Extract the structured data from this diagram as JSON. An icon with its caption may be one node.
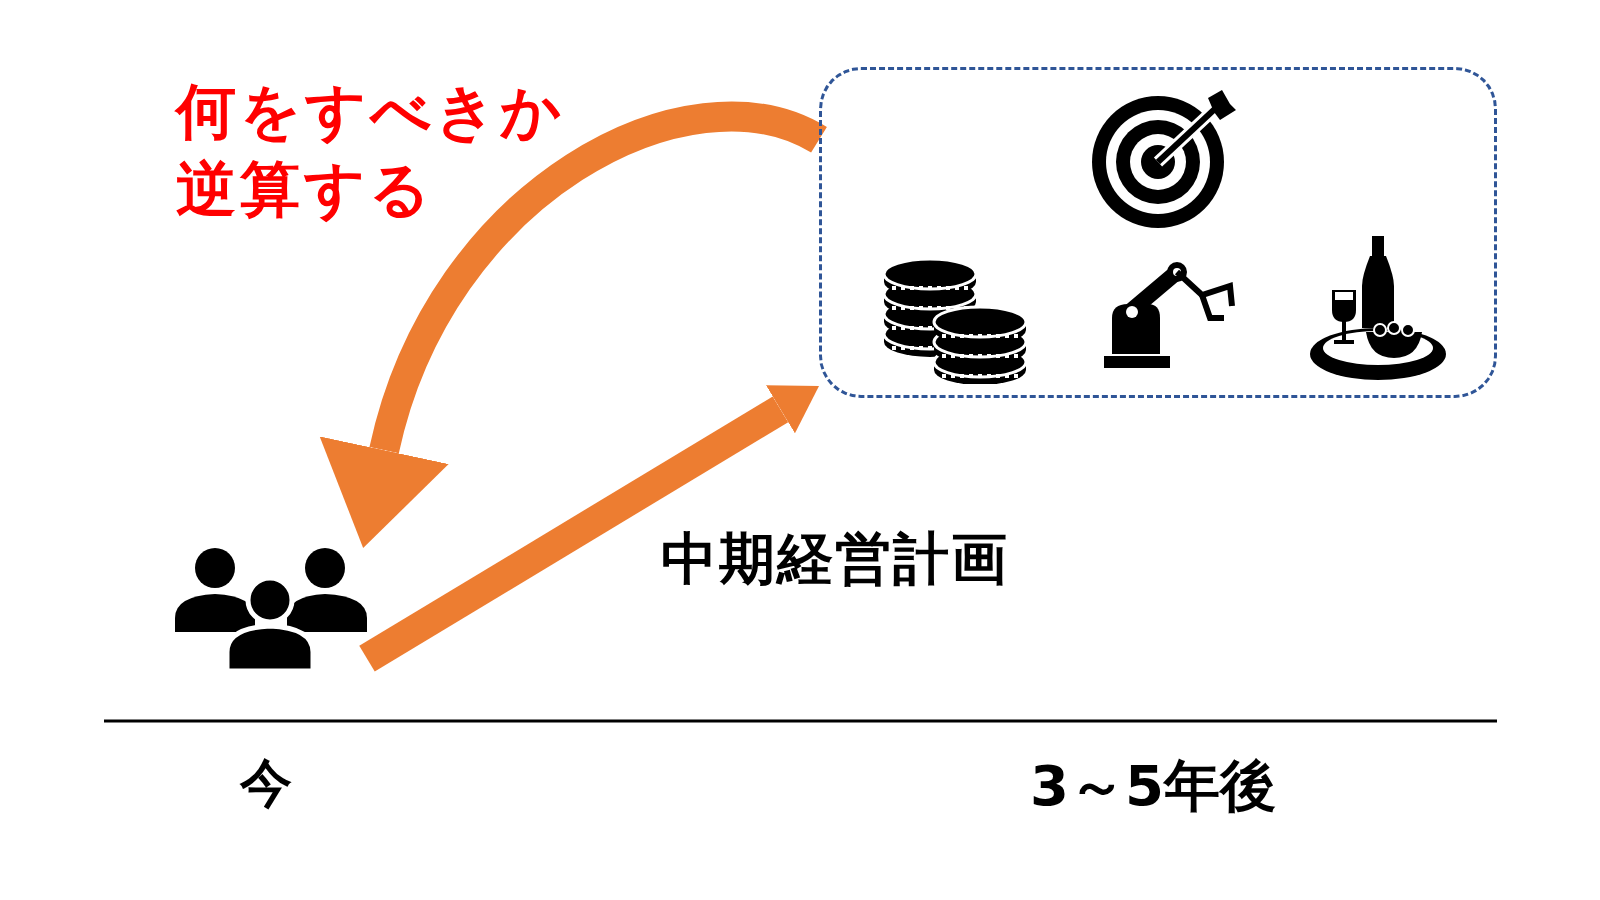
{
  "diagram": {
    "nodes": [
      {
        "text": [],
        "shape": "box"
      },
      {
        "text": [],
        "shape": "person"
      }
    ],
    "edges": [
      {
        "from": 1,
        "to": 0,
        "arrow": "to",
        "label": "中期経営計画"
      },
      {
        "from": 0,
        "to": 1,
        "arrow": "to"
      }
    ],
    "labels": [
      "何をすべきか逆算する",
      "今",
      "3～5年後"
    ]
  }
}
